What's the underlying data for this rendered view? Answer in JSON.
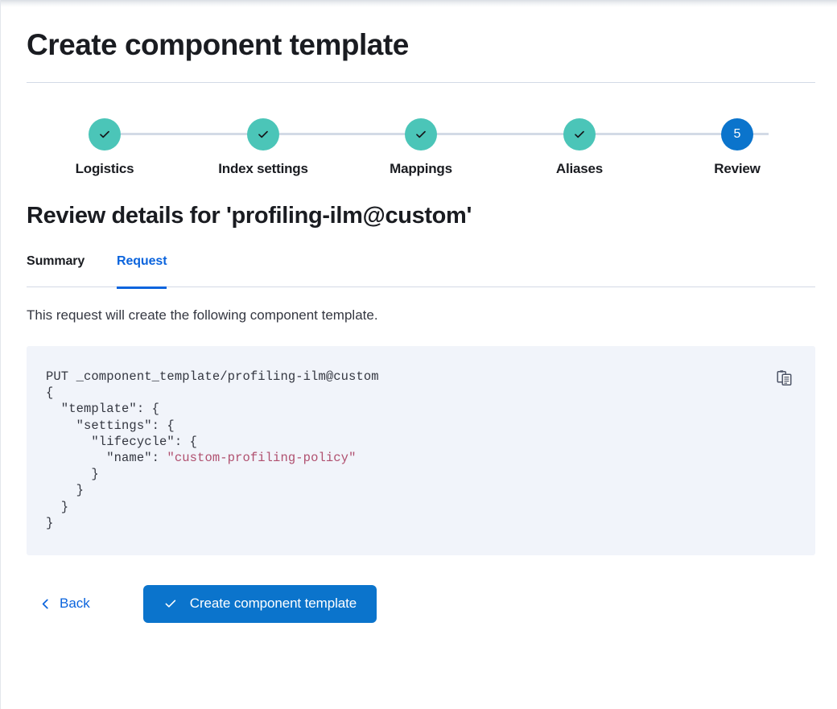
{
  "page": {
    "title": "Create component template",
    "section_title": "Review details for 'profiling-ilm@custom'"
  },
  "stepper": {
    "steps": [
      {
        "label": "Logistics",
        "state": "complete",
        "indicator": "check-icon",
        "number": "1"
      },
      {
        "label": "Index settings",
        "state": "complete",
        "indicator": "check-icon",
        "number": "2"
      },
      {
        "label": "Mappings",
        "state": "complete",
        "indicator": "check-icon",
        "number": "3"
      },
      {
        "label": "Aliases",
        "state": "complete",
        "indicator": "check-icon",
        "number": "4"
      },
      {
        "label": "Review",
        "state": "current",
        "indicator": "number",
        "number": "5"
      }
    ],
    "colors": {
      "complete": "#4bc5b8",
      "current": "#0b74cc",
      "connector": "#d3dae6"
    }
  },
  "tabs": {
    "items": [
      {
        "label": "Summary",
        "active": false
      },
      {
        "label": "Request",
        "active": true
      }
    ],
    "active_color": "#0b64dd"
  },
  "request_panel": {
    "description": "This request will create the following component template.",
    "copy_icon": "copy-clipboard-icon",
    "code": {
      "line1": "PUT _component_template/profiling-ilm@custom",
      "line2": "{",
      "line3": "  \"template\": {",
      "line4": "    \"settings\": {",
      "line5": "      \"lifecycle\": {",
      "line6_key": "        \"name\": ",
      "line6_value": "\"custom-profiling-policy\"",
      "line7": "      }",
      "line8": "    }",
      "line9": "  }",
      "line10": "}"
    },
    "background": "#f1f4fa",
    "string_color": "#b0506f"
  },
  "actions": {
    "back_label": "Back",
    "back_icon": "chevron-left-icon",
    "submit_label": "Create component template",
    "submit_icon": "check-icon",
    "submit_color": "#0b74cc"
  }
}
